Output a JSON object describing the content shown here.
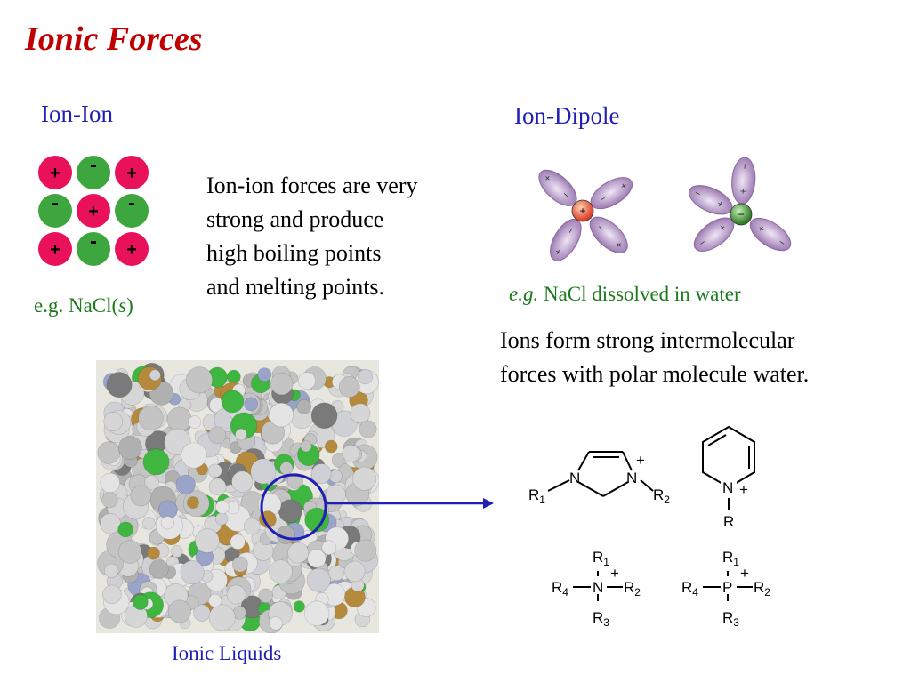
{
  "title": "Ionic Forces",
  "ion_ion": {
    "heading": "Ion-Ion",
    "grid": [
      [
        "+",
        "-",
        "+"
      ],
      [
        "-",
        "+",
        "-"
      ],
      [
        "+",
        "-",
        "+"
      ]
    ],
    "example_prefix": "e.g. NaCl(",
    "example_state": "s",
    "example_suffix": ")",
    "description_lines": [
      "Ion-ion forces are very",
      "strong and produce",
      "high boiling points",
      "and melting points."
    ]
  },
  "ion_dipole": {
    "heading": "Ion-Dipole",
    "example_eg": "e.g.",
    "example_text": " NaCl dissolved  in water",
    "description_lines": [
      "Ions form strong intermolecular",
      "forces with polar molecule water."
    ],
    "cation_charge": "+",
    "anion_charge": "−"
  },
  "ionic_liquids": {
    "caption": "Ionic Liquids",
    "cations": {
      "imidazolium": {
        "r1": "R",
        "r1_sub": "1",
        "n": "N",
        "r2": "R",
        "r2_sub": "2",
        "charge": "+"
      },
      "pyridinium": {
        "n": "N",
        "r": "R",
        "charge": "+"
      },
      "ammonium": {
        "center": "N",
        "r1": "R",
        "r1_sub": "1",
        "r2": "R",
        "r2_sub": "2",
        "r3": "R",
        "r3_sub": "3",
        "r4": "R",
        "r4_sub": "4",
        "charge": "+"
      },
      "phosphonium": {
        "center": "P",
        "r1": "R",
        "r1_sub": "1",
        "r2": "R",
        "r2_sub": "2",
        "r3": "R",
        "r3_sub": "3",
        "r4": "R",
        "r4_sub": "4",
        "charge": "+"
      }
    }
  },
  "colors": {
    "title": "#c00000",
    "heading": "#1f1fb4",
    "cation": "#e8115a",
    "anion": "#3ea63e",
    "water": "#b8a0c8",
    "arrow": "#1f1fb4"
  }
}
